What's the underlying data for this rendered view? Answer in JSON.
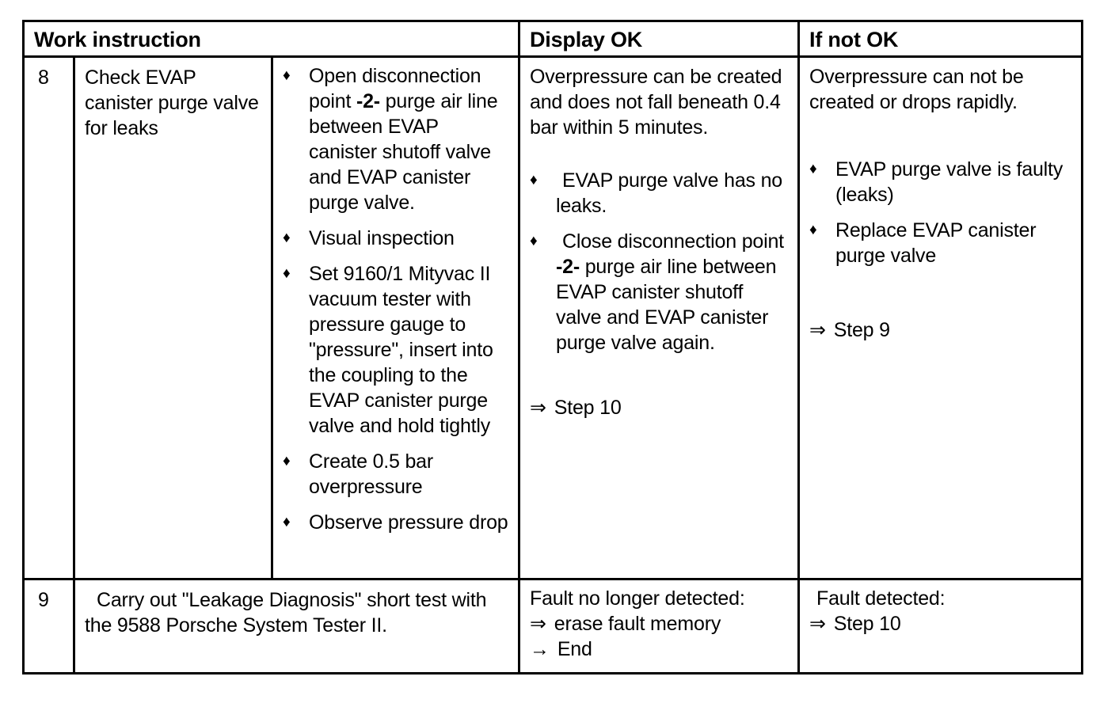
{
  "symbols": {
    "bullet": "♦",
    "double_arrow": "⇒",
    "arrow": "→"
  },
  "colors": {
    "text": "#000000",
    "background": "#ffffff",
    "border": "#000000"
  },
  "header": {
    "work_instruction": "Work instruction",
    "display_ok": "Display OK",
    "if_not_ok": "If not OK"
  },
  "row8": {
    "step": "8",
    "task": "Check EVAP canister purge valve for leaks",
    "work_steps": {
      "0": {
        "pre": "Open disconnection point ",
        "em": "-2-",
        "post": " purge air line between EVAP canister shutoff valve and EVAP canister purge valve."
      },
      "1": {
        "pre": "Visual inspection"
      },
      "2": {
        "pre": "Set 9160/1 Mityvac II vacuum tester with pressure gauge to \"pressure\", insert into the coupling to the EVAP canister purge valve and hold tightly"
      },
      "3": {
        "pre": "Create 0.5 bar overpressure"
      },
      "4": {
        "pre": "Observe pressure drop"
      }
    },
    "display_ok": {
      "intro": "Overpressure can be created and does not fall beneath 0.4 bar within 5 minutes.",
      "bullets": {
        "0": {
          "pre": "EVAP purge valve has no leaks."
        },
        "1": {
          "pre": "Close disconnection point ",
          "em": "-2-",
          "post": " purge air line between EVAP canister shutoff valve and EVAP canister purge valve again."
        }
      },
      "result": {
        "arrow": "⇒",
        "label": "Step 10"
      }
    },
    "if_not_ok": {
      "intro": "Overpressure can not be created or drops rapidly.",
      "bullets": {
        "0": {
          "pre": "EVAP purge valve is faulty (leaks)"
        },
        "1": {
          "pre": "Replace EVAP canister purge valve"
        }
      },
      "result": {
        "arrow": "⇒",
        "label": "Step 9"
      }
    }
  },
  "row9": {
    "step": "9",
    "task": "Carry out \"Leakage Diagnosis\" short test with the 9588 Porsche System Tester II.",
    "display_ok": {
      "line1": {
        "label": "Fault no longer detected:"
      },
      "line2": {
        "arrow": "⇒",
        "label": "erase fault memory"
      },
      "line3": {
        "arrow": "→",
        "label": "End"
      }
    },
    "if_not_ok": {
      "line1": {
        "label": "Fault detected:"
      },
      "line2": {
        "arrow": "⇒",
        "label": "Step 10"
      }
    }
  }
}
